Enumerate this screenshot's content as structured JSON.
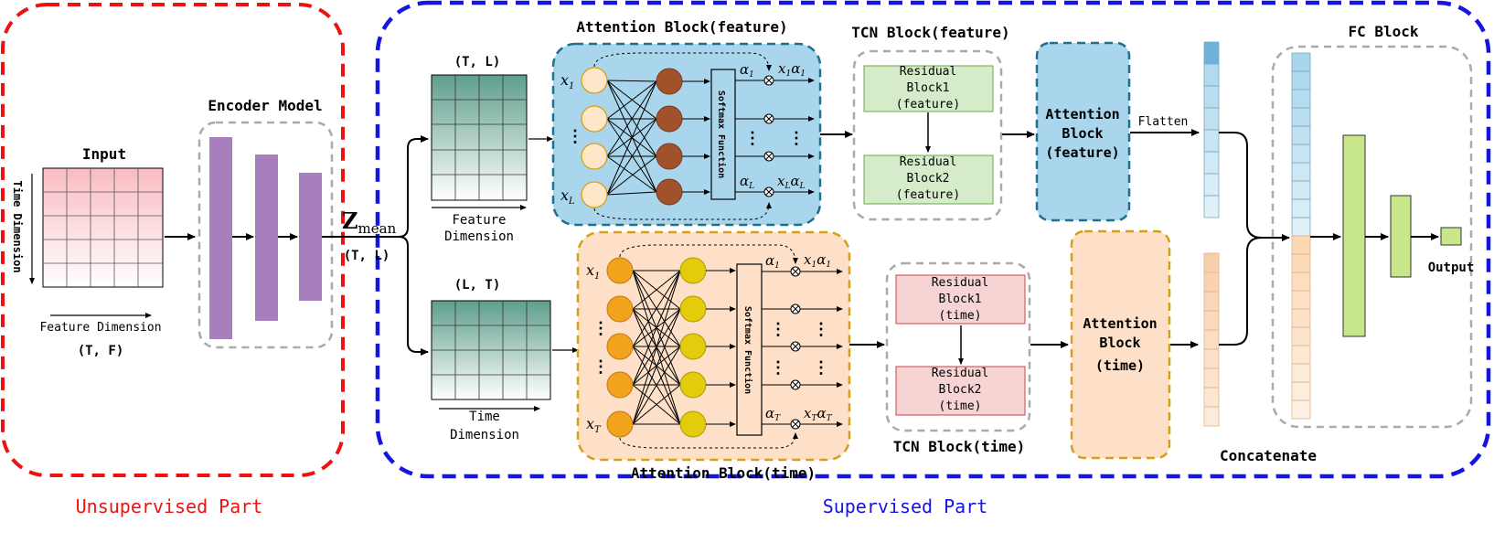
{
  "parts": {
    "unsupervised": "Unsupervised Part",
    "supervised": "Supervised Part"
  },
  "input": {
    "title": "Input",
    "time_axis": "Time Dimension",
    "feature_axis": "Feature Dimension",
    "shape": "(T, F)"
  },
  "encoder": {
    "title": "Encoder Model"
  },
  "latent": {
    "symbol": "Z",
    "subscript": "mean",
    "shape": "(T, L)"
  },
  "feature_branch": {
    "matrix_shape": "(T, L)",
    "axis_label_1": "Feature",
    "axis_label_2": "Dimension",
    "attention_title": "Attention Block(feature)",
    "softmax_label": "Softmax Function",
    "in_first": "x",
    "in_first_sub": "1",
    "in_last": "x",
    "in_last_sub": "L",
    "alpha_first": "α",
    "alpha_first_sub": "1",
    "alpha_last": "α",
    "alpha_last_sub": "L",
    "out_first": "x",
    "out_first_sub": "1",
    "out_first_a": "α",
    "out_first_a_sub": "1",
    "out_last": "x",
    "out_last_sub": "L",
    "out_last_a": "α",
    "out_last_a_sub": "L",
    "tcn_title": "TCN Block(feature)",
    "res1": [
      "Residual",
      "Block1",
      "(feature)"
    ],
    "res2": [
      "Residual",
      "Block2",
      "(feature)"
    ],
    "att2": [
      "Attention",
      "Block",
      "(feature)"
    ],
    "flatten": "Flatten"
  },
  "time_branch": {
    "matrix_shape": "(L, T)",
    "axis_label_1": "Time",
    "axis_label_2": "Dimension",
    "attention_title": "Attention Block(time)",
    "softmax_label": "Softmax Function",
    "in_first": "x",
    "in_first_sub": "1",
    "in_last": "x",
    "in_last_sub": "T",
    "alpha_first": "α",
    "alpha_first_sub": "1",
    "alpha_last": "α",
    "alpha_last_sub": "T",
    "out_first": "x",
    "out_first_sub": "1",
    "out_first_a": "α",
    "out_first_a_sub": "1",
    "out_last": "x",
    "out_last_sub": "T",
    "out_last_a": "α",
    "out_last_a_sub": "T",
    "tcn_title": "TCN Block(time)",
    "res1": [
      "Residual",
      "Block1",
      "(time)"
    ],
    "res2": [
      "Residual",
      "Block2",
      "(time)"
    ],
    "att2": [
      "Attention",
      "Block",
      "(time)"
    ]
  },
  "concat": "Concatenate",
  "fc": {
    "title": "FC Block",
    "output": "Output"
  },
  "colors": {
    "unsupervised_border": "#ee1111",
    "supervised_border": "#1515dd",
    "input_grid": "#f8c8cc",
    "latent_grid": "#5e9e8c",
    "encoder_bar": "#a77fbc",
    "feature_att_fill": "#a9d6ec",
    "feature_att_border": "#1f6f8f",
    "feature_neuron_in": "#fde7c8",
    "feature_neuron_out": "#a2522b",
    "time_att_fill": "#fde0c7",
    "time_att_border": "#d4a017",
    "time_neuron_in": "#f2a31e",
    "time_neuron_out": "#e3cc0c",
    "res_feature_fill": "#d5ebc9",
    "res_time_fill": "#f6d4d4",
    "fc_bar": "#c8e68a",
    "concat_feature": "#cde6f4",
    "concat_time": "#fce8d6"
  }
}
